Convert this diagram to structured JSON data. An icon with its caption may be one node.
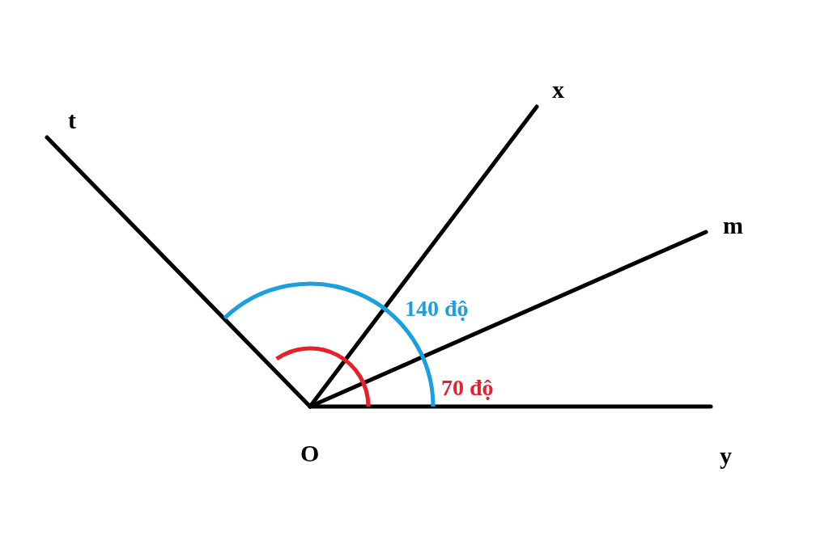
{
  "diagram": {
    "labels": [
      "x",
      "t",
      "m",
      "140 độ",
      "70 độ",
      "O",
      "y"
    ]
  }
}
